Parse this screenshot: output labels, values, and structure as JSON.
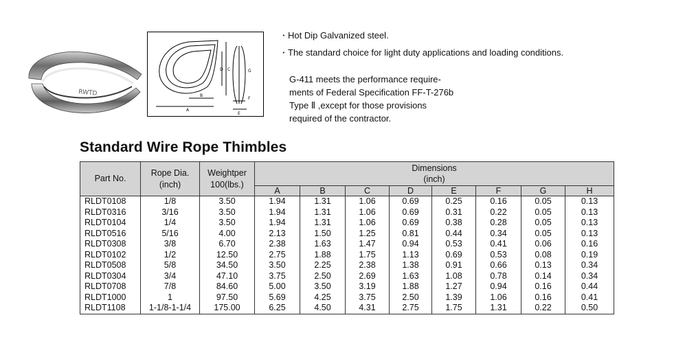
{
  "bullets": [
    "Hot Dip Galvanized steel.",
    "The standard choice for light duty applications and loading conditions."
  ],
  "spec_lines": [
    "G-411 meets the performance require-",
    "ments of Federal Specification FF-T-276b",
    "Type Ⅱ ,except for those provisions",
    "required of the contractor."
  ],
  "photo_engraving": "RWTD",
  "diagram_labels": [
    "A",
    "B",
    "C",
    "D",
    "E",
    "F",
    "G"
  ],
  "title": "Standard Wire Rope Thimbles",
  "table": {
    "headers": {
      "part": "Part No.",
      "rope_line1": "Rope Dia.",
      "rope_line2": "(inch)",
      "weight_line1": "Weightper",
      "weight_line2": "100(lbs.)",
      "dimensions_line1": "Dimensions",
      "dimensions_line2": "(inch)",
      "dim_cols": [
        "A",
        "B",
        "C",
        "D",
        "E",
        "F",
        "G",
        "H"
      ]
    },
    "rows": [
      [
        "RLDT0108",
        "1/8",
        "3.50",
        "1.94",
        "1.31",
        "1.06",
        "0.69",
        "0.25",
        "0.16",
        "0.05",
        "0.13"
      ],
      [
        "RLDT0316",
        "3/16",
        "3.50",
        "1.94",
        "1.31",
        "1.06",
        "0.69",
        "0.31",
        "0.22",
        "0.05",
        "0.13"
      ],
      [
        "RLDT0104",
        "1/4",
        "3.50",
        "1.94",
        "1.31",
        "1.06",
        "0.69",
        "0.38",
        "0.28",
        "0.05",
        "0.13"
      ],
      [
        "RLDT0516",
        "5/16",
        "4.00",
        "2.13",
        "1.50",
        "1.25",
        "0.81",
        "0.44",
        "0.34",
        "0.05",
        "0.13"
      ],
      [
        "RLDT0308",
        "3/8",
        "6.70",
        "2.38",
        "1.63",
        "1.47",
        "0.94",
        "0.53",
        "0.41",
        "0.06",
        "0.16"
      ],
      [
        "RLDT0102",
        "1/2",
        "12.50",
        "2.75",
        "1.88",
        "1.75",
        "1.13",
        "0.69",
        "0.53",
        "0.08",
        "0.19"
      ],
      [
        "RLDT0508",
        "5/8",
        "34.50",
        "3.50",
        "2.25",
        "2.38",
        "1.38",
        "0.91",
        "0.66",
        "0.13",
        "0.34"
      ],
      [
        "RLDT0304",
        "3/4",
        "47.10",
        "3.75",
        "2.50",
        "2.69",
        "1.63",
        "1.08",
        "0.78",
        "0.14",
        "0.34"
      ],
      [
        "RLDT0708",
        "7/8",
        "84.60",
        "5.00",
        "3.50",
        "3.19",
        "1.88",
        "1.27",
        "0.94",
        "0.16",
        "0.44"
      ],
      [
        "RLDT1000",
        "1",
        "97.50",
        "5.69",
        "4.25",
        "3.75",
        "2.50",
        "1.39",
        "1.06",
        "0.16",
        "0.41"
      ],
      [
        "RLDT1108",
        "1-1/8-1-1/4",
        "175.00",
        "6.25",
        "4.50",
        "4.31",
        "2.75",
        "1.75",
        "1.31",
        "0.22",
        "0.50"
      ]
    ]
  }
}
